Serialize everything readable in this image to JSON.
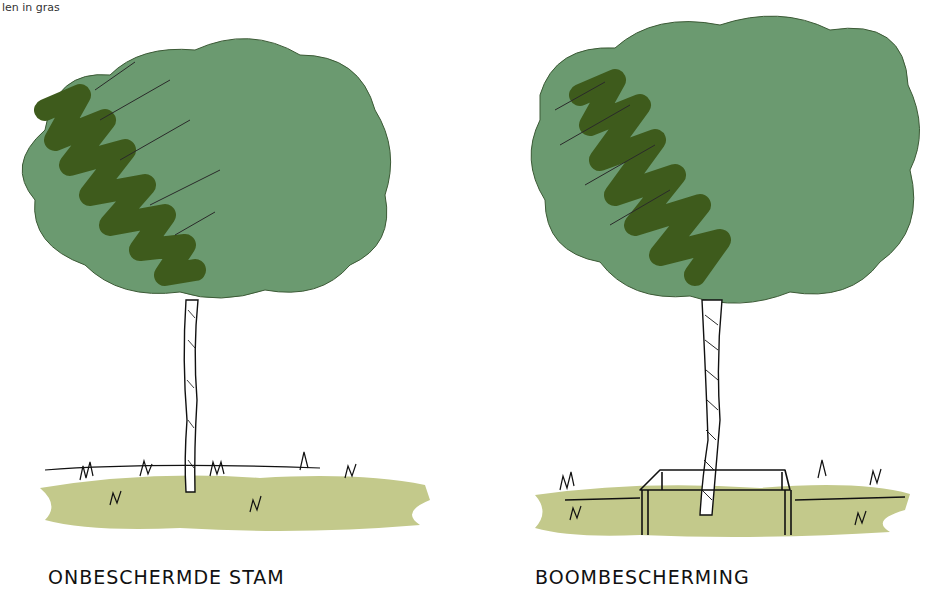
{
  "diagram": {
    "labels": [
      "len in gras",
      "ONBESCHERMDE STAM",
      "BOOMBESCHERMING"
    ]
  }
}
